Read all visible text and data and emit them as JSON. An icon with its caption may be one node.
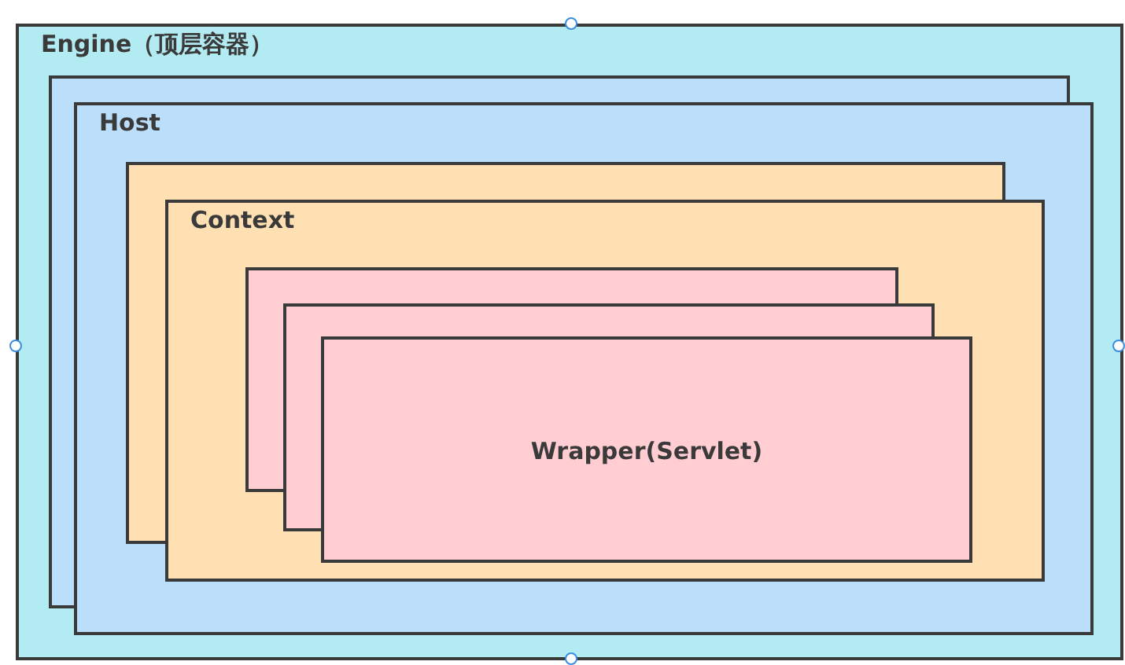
{
  "diagram": {
    "nodes": [
      {
        "text": [
          "Engine（顶层容器）"
        ]
      },
      {
        "text": [],
        "shape": "box",
        "in": 0
      },
      {
        "text": [
          "Host"
        ],
        "in": 0
      },
      {
        "text": [],
        "shape": "box",
        "in": 2
      },
      {
        "text": [
          "Context"
        ],
        "in": 2
      },
      {
        "text": [],
        "shape": "box",
        "in": 4
      },
      {
        "text": [],
        "shape": "box",
        "in": 4
      },
      {
        "text": [
          "Wrapper(Servlet)"
        ],
        "in": 4
      }
    ]
  }
}
